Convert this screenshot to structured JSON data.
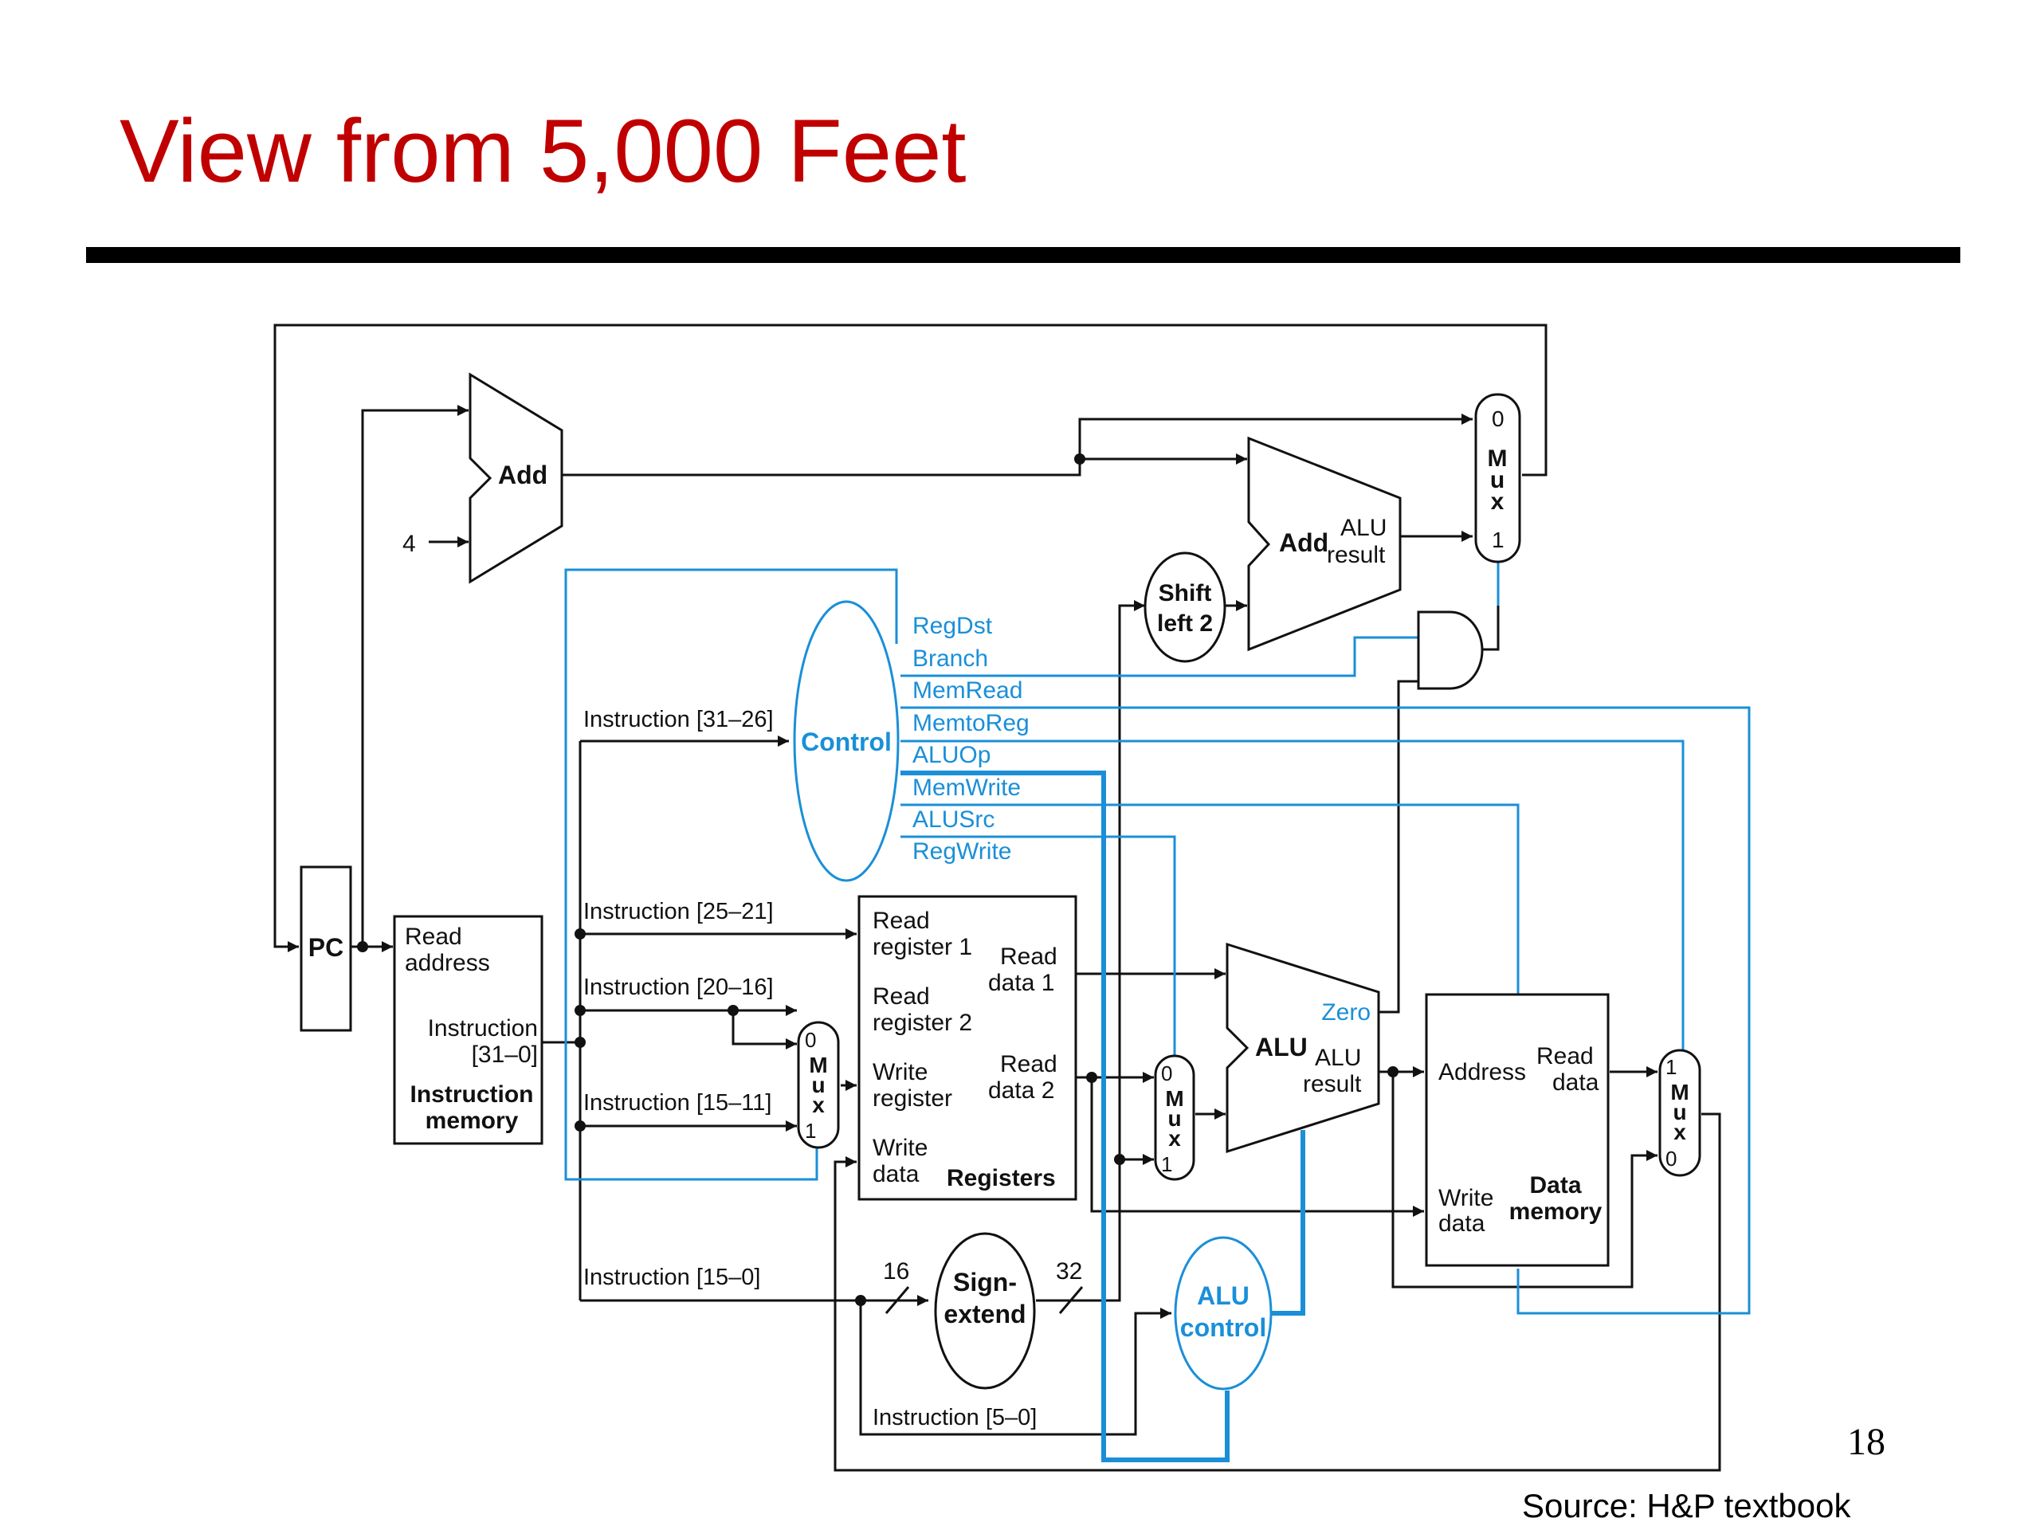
{
  "title": "View from 5,000 Feet",
  "page_number": "18",
  "source": "Source: H&P textbook",
  "colors": {
    "title": "#c00000",
    "control": "#1a8fd8",
    "wire": "#111111",
    "rule": "#000000"
  },
  "labels": {
    "add_top": "Add",
    "four": "4",
    "add_alu": "Add",
    "alu_result_1": "ALU",
    "alu_result_2": "result",
    "shift_1": "Shift",
    "shift_2": "left 2",
    "mux_0": "0",
    "mux_1": "1",
    "mux_m": "M",
    "mux_u": "u",
    "mux_x": "x",
    "control": "Control",
    "regdst": "RegDst",
    "branch": "Branch",
    "memread": "MemRead",
    "memtoreg": "MemtoReg",
    "aluop": "ALUOp",
    "memwrite": "MemWrite",
    "alusrc": "ALUSrc",
    "regwrite": "RegWrite",
    "pc": "PC",
    "read_address_1": "Read",
    "read_address_2": "address",
    "instruction_1": "Instruction",
    "instruction_2": "[31–0]",
    "imem_1": "Instruction",
    "imem_2": "memory",
    "instr_31_26": "Instruction [31–26]",
    "instr_25_21": "Instruction [25–21]",
    "instr_20_16": "Instruction [20–16]",
    "instr_15_11": "Instruction [15–11]",
    "instr_15_0": "Instruction [15–0]",
    "instr_5_0": "Instruction [5–0]",
    "read": "Read",
    "register_1": "register 1",
    "register_2": "register 2",
    "data_1": "data 1",
    "data_2": "data 2",
    "write": "Write",
    "register": "register",
    "data": "data",
    "registers": "Registers",
    "alu": "ALU",
    "zero": "Zero",
    "result": "result",
    "address": "Address",
    "data_memory_1": "Data",
    "data_memory_2": "memory",
    "sixteen": "16",
    "thirty_two": "32",
    "sign_1": "Sign-",
    "sign_2": "extend",
    "alu_control_1": "ALU",
    "alu_control_2": "control"
  }
}
